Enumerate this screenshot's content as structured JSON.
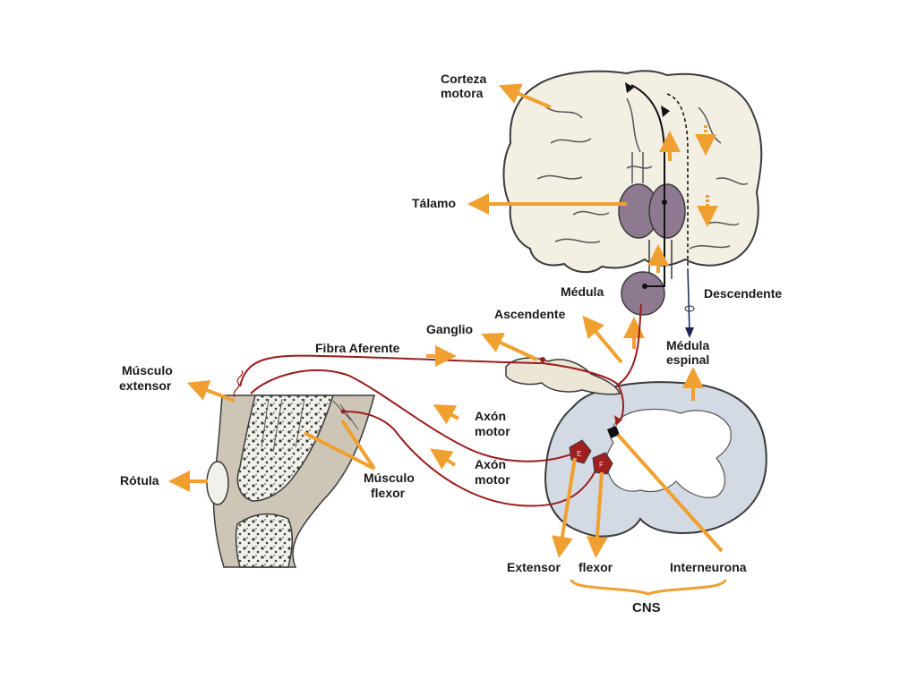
{
  "labels": {
    "corteza_line1": "Corteza",
    "corteza_line2": "motora",
    "talamo": "Tálamo",
    "medula": "Médula",
    "descendente": "Descendente",
    "ascendente": "Ascendente",
    "ganglio": "Ganglio",
    "fibra_aferente": "Fibra Aferente",
    "musculo_ext_line1": "Músculo",
    "musculo_ext_line2": "extensor",
    "medula_espinal_line1": "Médula",
    "medula_espinal_line2": "espinal",
    "axon_motor1_line1": "Axón",
    "axon_motor1_line2": "motor",
    "axon_motor2_line1": "Axón",
    "axon_motor2_line2": "motor",
    "rotula": "Rótula",
    "musculo_flexor_line1": "Músculo",
    "musculo_flexor_line2": "flexor",
    "extensor": "Extensor",
    "flexor": "flexor",
    "interneurona": "Interneurona",
    "cns": "CNS",
    "neuron_e": "E",
    "neuron_f": "F"
  },
  "colors": {
    "label_arrow": "#f0a030",
    "nerve_path": "#9b1c1c",
    "gray_matter": "#8e7a90",
    "brain_fill": "#f3efe3",
    "cord_fill": "#d4dae4",
    "bone_fill": "#cdc6b6"
  }
}
